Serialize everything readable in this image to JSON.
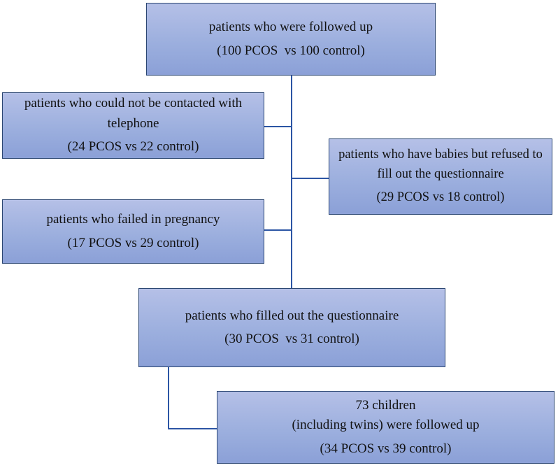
{
  "diagram": {
    "type": "flowchart",
    "colors": {
      "background": "#ffffff",
      "box_fill_top": "#b5c0e7",
      "box_fill_mid": "#9cafde",
      "box_fill_bottom": "#8ba0d7",
      "box_border": "#2b4672",
      "connector": "#2c55a4",
      "text": "#111111"
    },
    "boxes": {
      "followed_up": {
        "title": "patients who were followed up",
        "count": "(100 PCOS  vs 100 control)"
      },
      "not_contacted": {
        "title": "patients who could not be contacted with\ntelephone",
        "count": "(24 PCOS vs 22 control)"
      },
      "refused": {
        "title": "patients who have babies but refused to\nfill out the questionnaire",
        "count": "(29 PCOS vs 18 control)"
      },
      "failed_pregnancy": {
        "title": "patients who failed in pregnancy",
        "count": "(17 PCOS vs 29 control)"
      },
      "filled_questionnaire": {
        "title": "patients who filled out the questionnaire",
        "count": "(30 PCOS  vs 31 control)"
      },
      "children": {
        "title": "73 children\n(including twins) were followed up",
        "count": "(34 PCOS vs 39 control)"
      }
    }
  }
}
